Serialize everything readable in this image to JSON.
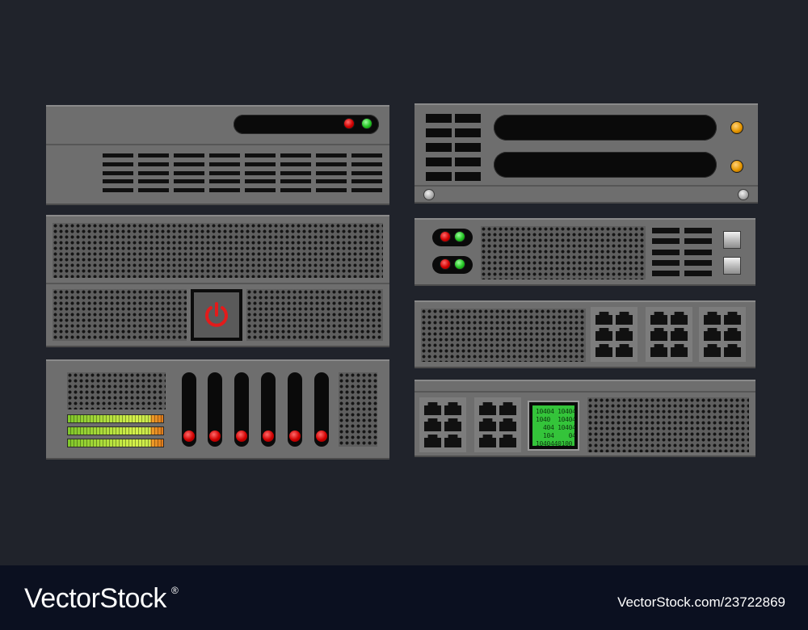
{
  "watermark": {
    "brand": "VectorStock",
    "registered": "®",
    "stock_id": "VectorStock.com/23722869"
  },
  "lcd": {
    "lines": [
      "10404 10404",
      "1040  10404",
      "  404 10404",
      "  104    04",
      "1040440100"
    ]
  },
  "colors": {
    "background": "#20232b",
    "panel": "#6e6e6e",
    "led_red": "#d00000",
    "led_green": "#22c222",
    "led_amber": "#e59600",
    "lcd_green": "#34c43a",
    "footer": "#0b1020"
  },
  "icons": [
    "power-icon",
    "ethernet-port-icon",
    "led-indicator-icon",
    "screw-icon"
  ]
}
